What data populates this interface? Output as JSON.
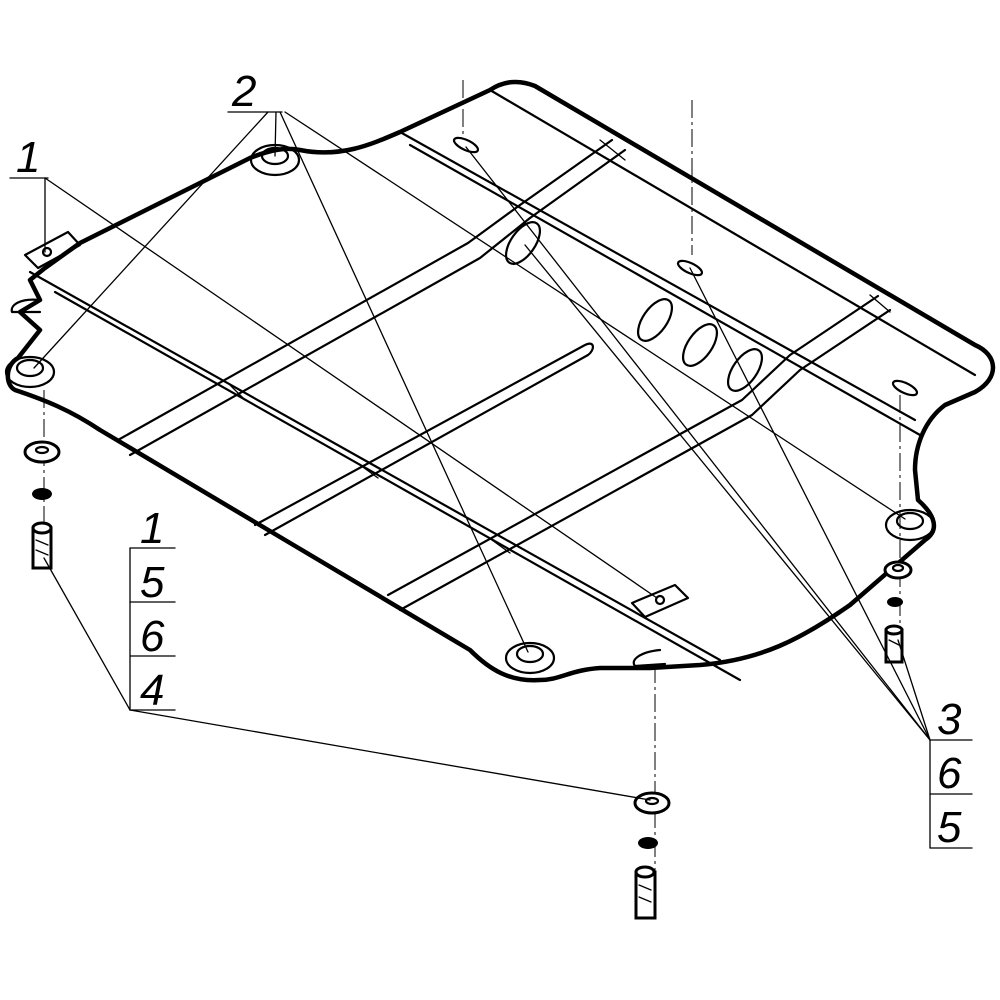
{
  "callouts": {
    "c2": "2",
    "c1_top": "1",
    "stack_left": [
      "1",
      "5",
      "6",
      "4"
    ],
    "stack_right": [
      "3",
      "6",
      "5"
    ]
  },
  "colors": {
    "line": "#000000",
    "background": "#ffffff"
  }
}
